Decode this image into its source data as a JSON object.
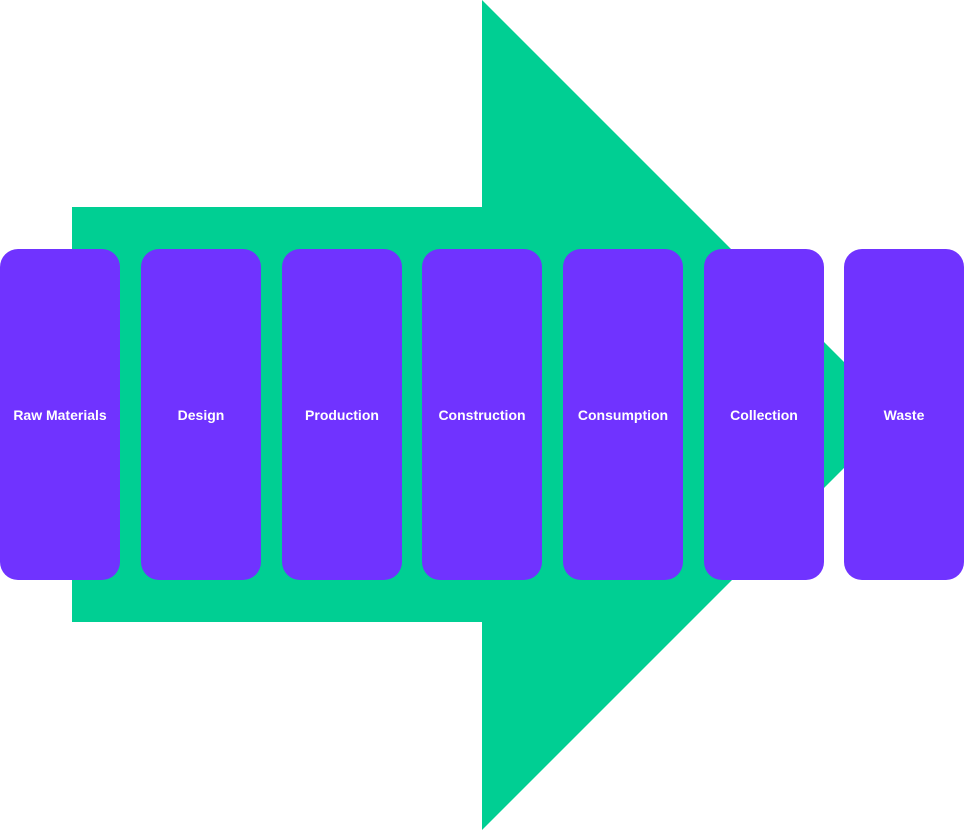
{
  "colors": {
    "arrow": "#00cf93",
    "card": "#7033ff",
    "text": "#ffffff"
  },
  "stages": [
    {
      "label": "Raw Materials"
    },
    {
      "label": "Design"
    },
    {
      "label": "Production"
    },
    {
      "label": "Construction"
    },
    {
      "label": "Consumption"
    },
    {
      "label": "Collection"
    },
    {
      "label": "Waste"
    }
  ]
}
